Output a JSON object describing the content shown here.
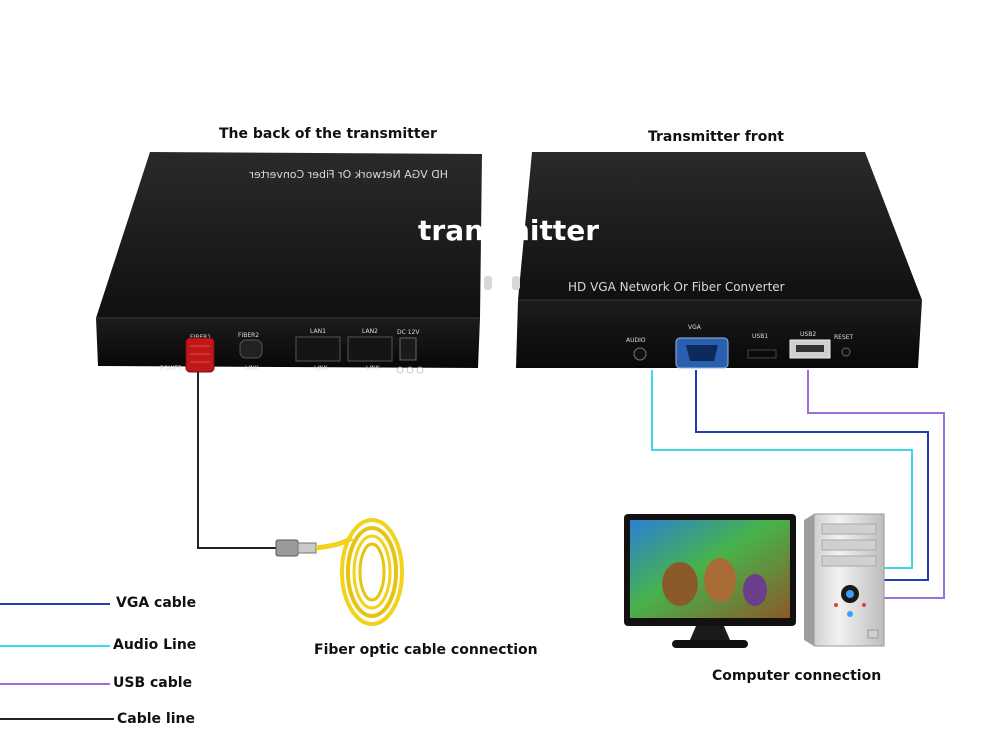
{
  "titles": {
    "back": "The back of the transmitter",
    "front": "Transmitter front",
    "center": "transmitter"
  },
  "device": {
    "top_label_mirrored": "HD VGA Network Or Fiber Converter",
    "front_label": "HD VGA Network Or Fiber Converter",
    "front_ports": [
      "AUDIO",
      "VGA",
      "USB1",
      "USB2",
      "RESET"
    ],
    "back_ports": [
      "FIBER1",
      "FIBER2",
      "LAN1",
      "LAN2",
      "DC 12V",
      "POWER",
      "LINK",
      "LINK",
      "LINK"
    ]
  },
  "legend": [
    {
      "label": "VGA cable",
      "color": "#1f3fb4"
    },
    {
      "label": "Audio Line",
      "color": "#3fd6e8"
    },
    {
      "label": "USB cable",
      "color": "#9a6fe0"
    },
    {
      "label": "Cable line",
      "color": "#222222"
    }
  ],
  "captions": {
    "fiber": "Fiber optic cable connection",
    "computer": "Computer connection"
  }
}
